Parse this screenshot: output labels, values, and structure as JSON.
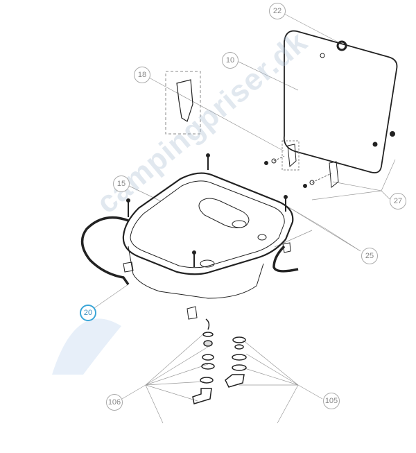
{
  "diagram": {
    "callouts": [
      {
        "id": "c22",
        "label": "22"
      },
      {
        "id": "c10",
        "label": "10"
      },
      {
        "id": "c18",
        "label": "18"
      },
      {
        "id": "c15",
        "label": "15"
      },
      {
        "id": "c27",
        "label": "27"
      },
      {
        "id": "c25",
        "label": "25"
      },
      {
        "id": "c20",
        "label": "20",
        "highlighted": true
      },
      {
        "id": "c106",
        "label": "106"
      },
      {
        "id": "c105",
        "label": "105"
      }
    ],
    "watermark": "campingpriser.dk",
    "highlight_color": "#3aa6d8"
  }
}
